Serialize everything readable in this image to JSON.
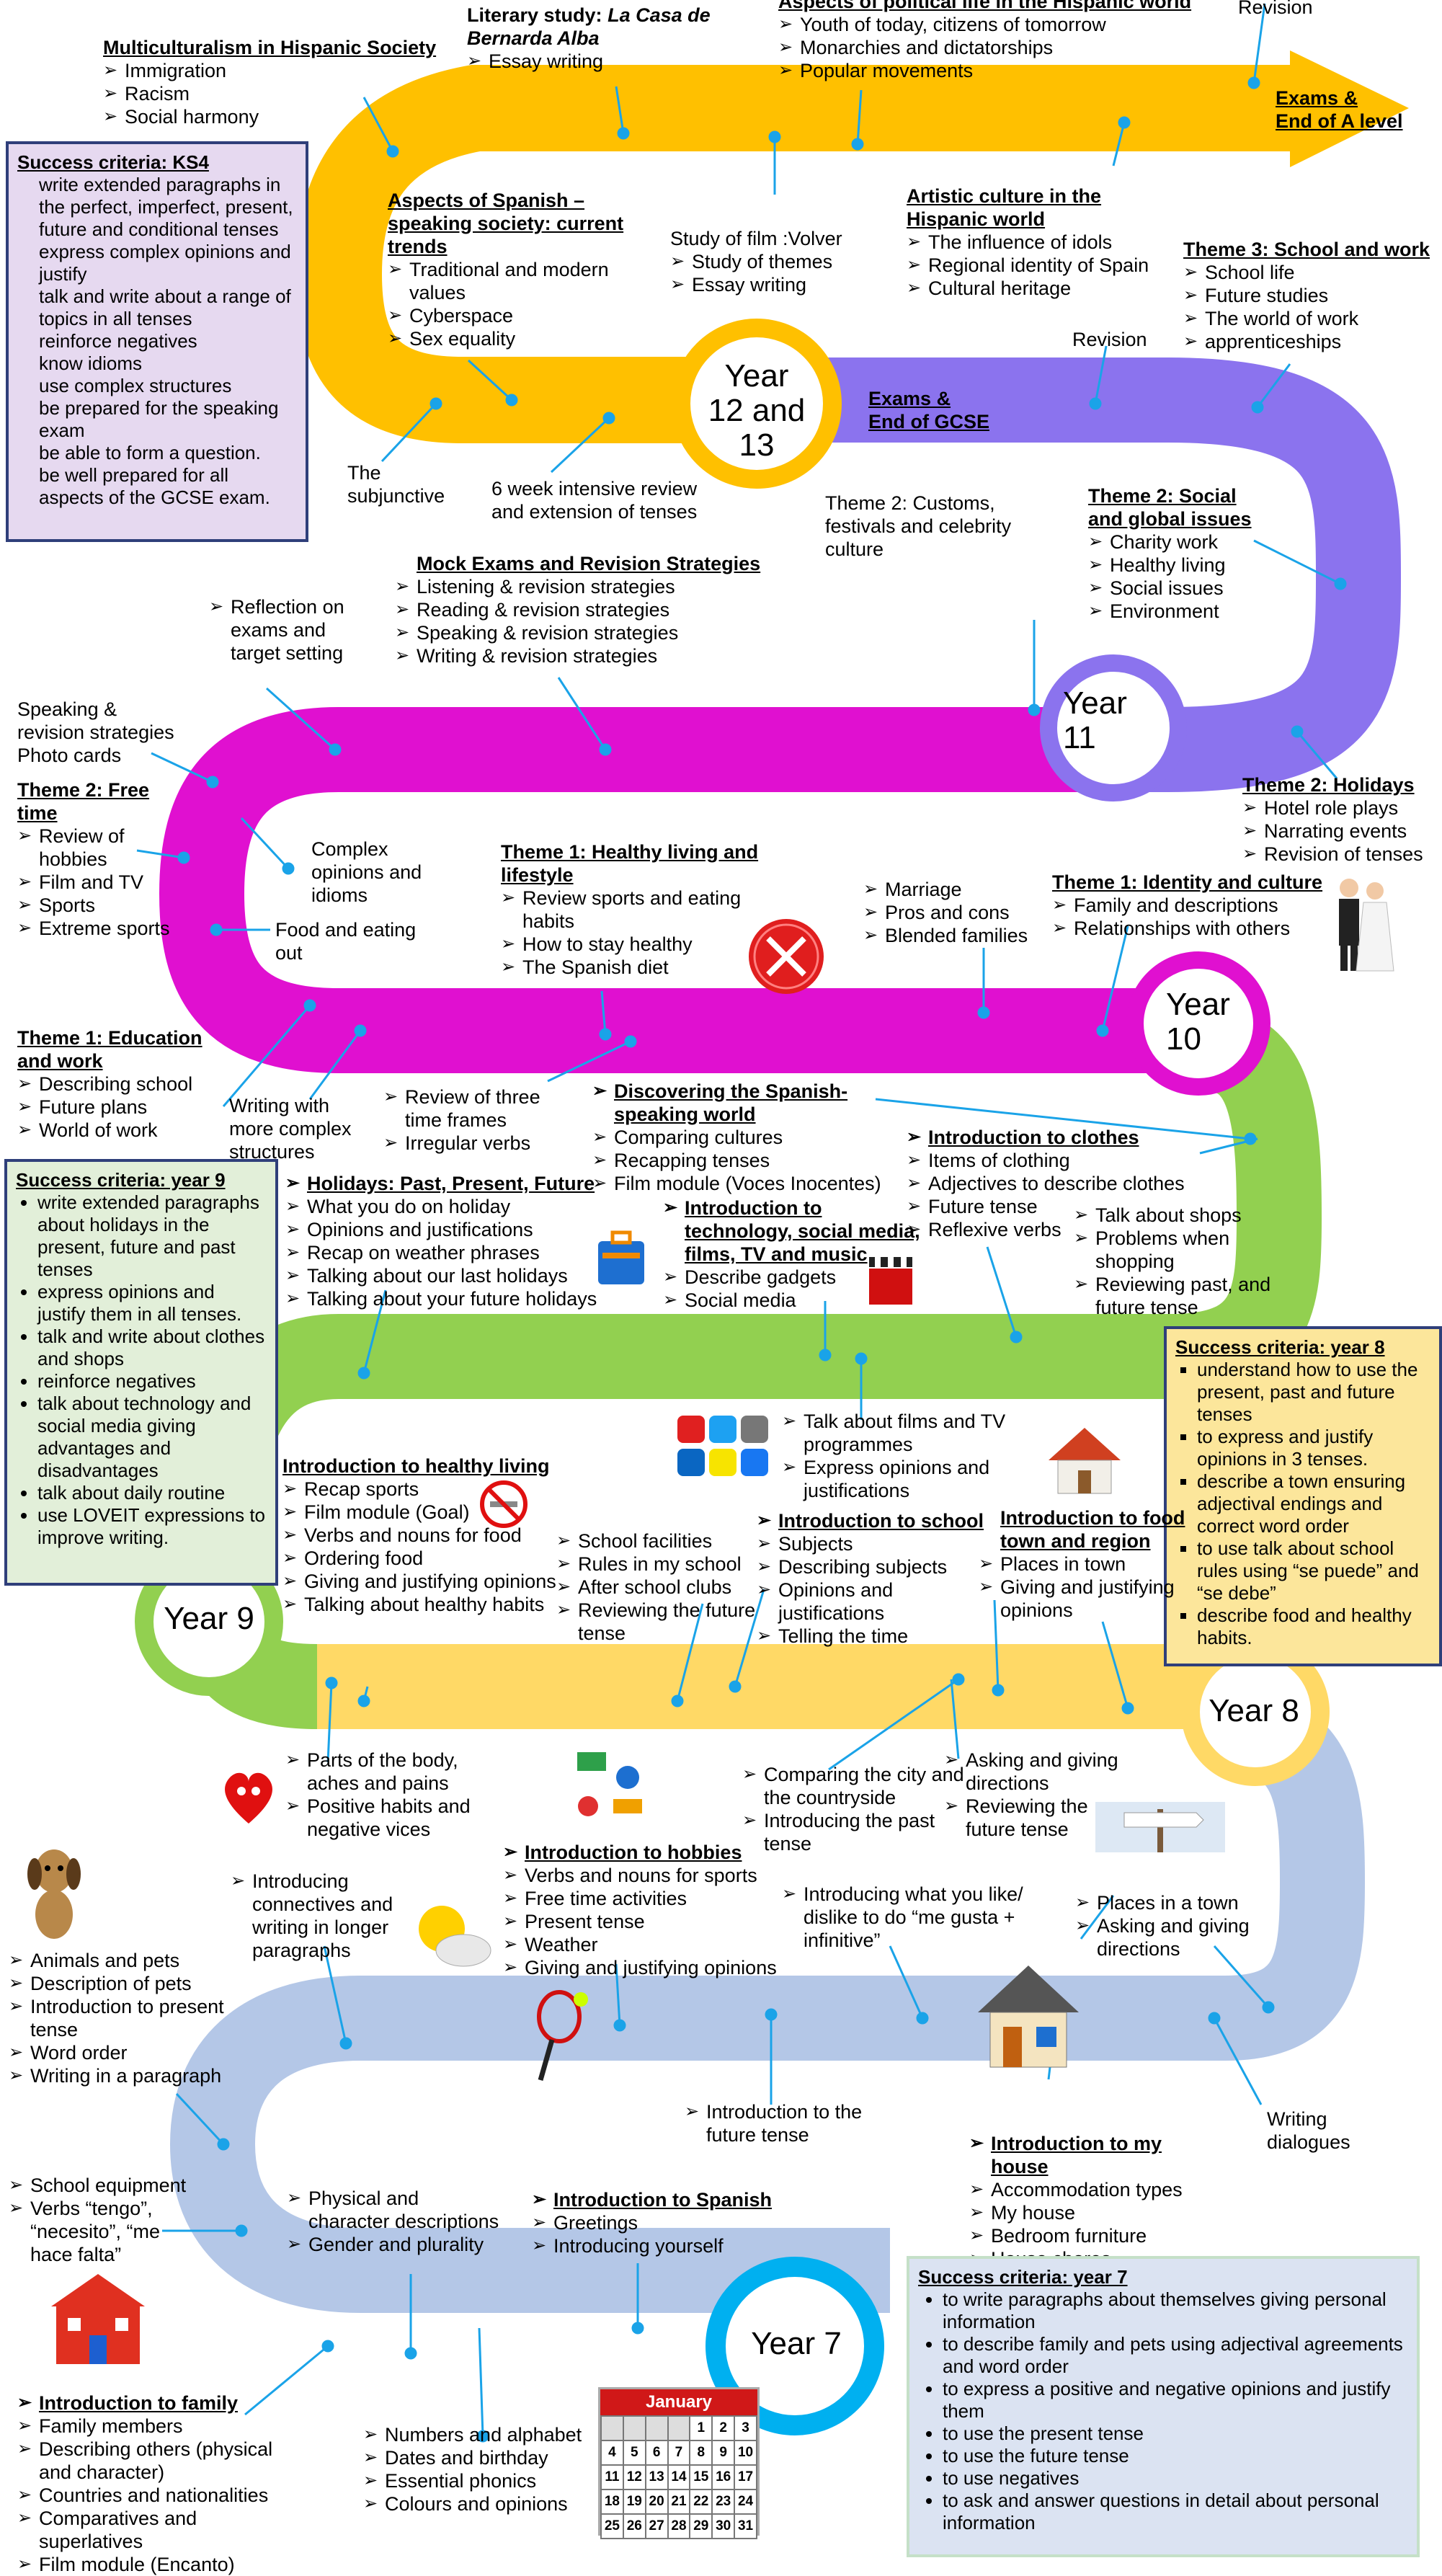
{
  "years": {
    "y7": "Year 7",
    "y8": "Year 8",
    "y9": "Year 9",
    "y10a": "Year",
    "y10b": "10",
    "y11a": "Year",
    "y11b": "11",
    "y12a": "Year",
    "y12b": "12 and",
    "y12c": "13"
  },
  "colors": {
    "ks5": "#FFC000",
    "gcse": "#8B73EE",
    "y10": "#E010D0",
    "y9": "#92D050",
    "y8": "#FFD966",
    "y7": "#B4C7E7",
    "connector": "#1AA3E8",
    "y7circle": "#00B0F0"
  },
  "ks5": {
    "lit_title": "Literary study:",
    "lit_title_italic": "La Casa de Bernarda Alba",
    "lit_items": [
      "Essay writing"
    ],
    "political_title": "Aspects of political life in the Hispanic world",
    "political_items": [
      "Youth of today, citizens of tomorrow",
      "Monarchies and dictatorships",
      "Popular movements"
    ],
    "revision": "Revision",
    "exams_1": "Exams &",
    "exams_2": "End of A level",
    "multi_title": "Multiculturalism in Hispanic Society",
    "multi_items": [
      "Immigration",
      "Racism",
      "Social harmony"
    ],
    "aspects_title": "Aspects of Spanish – speaking society: current trends",
    "aspects_items": [
      "Traditional and modern values",
      "Cyberspace",
      "Sex equality"
    ],
    "film_title": "Study of film :Volver",
    "film_items": [
      "Study of themes",
      "Essay writing"
    ],
    "artistic_title": "Artistic culture in the Hispanic world",
    "artistic_items": [
      "The influence of idols",
      "Regional identity of Spain",
      "Cultural heritage"
    ],
    "subjunctive": "The subjunctive",
    "intensive": "6 week intensive review and extension of tenses"
  },
  "ks4_box": {
    "title": "Success criteria: KS4",
    "items": [
      "write extended paragraphs in the perfect, imperfect, present, future and conditional tenses",
      "express complex opinions and justify",
      "talk and write about a range of topics in all tenses",
      "reinforce negatives",
      "know idioms",
      "use complex structures",
      "be prepared for the speaking exam",
      "be able to form a question.",
      "be well prepared for all aspects of the GCSE exam."
    ]
  },
  "gcse": {
    "school_title": "Theme 3: School and work",
    "school_items": [
      "School life",
      "Future studies",
      "The world of work",
      "apprenticeships"
    ],
    "revision": "Revision",
    "exams_1": "Exams &",
    "exams_2": "End of GCSE",
    "customs_title": "Theme 2: Customs, festivals and celebrity culture",
    "social_title": "Theme 2: Social and global issues",
    "social_items": [
      "Charity work",
      "Healthy living",
      "Social issues",
      "Environment"
    ],
    "holidays_title": "Theme 2: Holidays",
    "holidays_items": [
      "Hotel role plays",
      "Narrating events",
      "Revision of tenses"
    ]
  },
  "y10": {
    "mock_title": "Mock Exams and Revision Strategies",
    "mock_items": [
      "Listening & revision strategies",
      "Reading & revision strategies",
      "Speaking & revision strategies",
      "Writing & revision strategies"
    ],
    "reflection": "Reflection on exams and target setting",
    "speaking": "Speaking & revision strategies Photo cards",
    "free_title": "Theme 2: Free time",
    "free_items": [
      "Review of hobbies",
      "Film and TV",
      "Sports",
      "Extreme sports"
    ],
    "complex": "Complex opinions and idioms",
    "food": "Food and eating out",
    "healthy_title": "Theme 1: Healthy living and lifestyle",
    "healthy_items": [
      "Review sports and eating habits",
      "How to stay healthy",
      "The Spanish diet"
    ],
    "marriage_items": [
      "Marriage",
      "Pros and cons",
      "Blended families"
    ],
    "identity_title": "Theme 1: Identity and culture",
    "identity_items": [
      "Family and descriptions",
      "Relationships with others"
    ],
    "education_title": "Theme 1: Education and work",
    "education_items": [
      "Describing school",
      "Future plans",
      "World of work"
    ],
    "writing": "Writing with more complex structures"
  },
  "y9": {
    "review_items": [
      "Review of three time frames",
      "Irregular verbs"
    ],
    "discover_title": "Discovering the Spanish-speaking world",
    "discover_items": [
      "Comparing cultures",
      "Recapping tenses",
      "Film module (Voces Inocentes)"
    ],
    "clothes_title": "Introduction to clothes",
    "clothes_items": [
      "Items of clothing",
      "Adjectives to describe clothes",
      "Future tense",
      "Reflexive verbs"
    ],
    "shops_items": [
      "Talk about shops",
      "Problems when shopping",
      "Reviewing past, and future tense"
    ],
    "holidays_title": "Holidays: Past, Present, Future",
    "holidays_items": [
      "What you do on holiday",
      "Opinions and justifications",
      "Recap on weather phrases",
      "Talking about our last holidays",
      "Talking about your future holidays"
    ],
    "tech_title": "Introduction to technology, social media, films, TV and music",
    "tech_items": [
      "Describe gadgets",
      "Social media"
    ],
    "films_items": [
      "Talk about films and TV programmes",
      "Express opinions and justifications"
    ],
    "healthy_title": "Introduction to healthy living",
    "healthy_items": [
      "Recap sports",
      "Film module (Goal)",
      "Verbs and nouns for food",
      "Ordering food",
      "Giving and justifying opinions",
      "Talking about healthy habits"
    ]
  },
  "y9_box": {
    "title": "Success criteria: year 9",
    "items": [
      "write extended paragraphs about holidays in the present, future and past tenses",
      "express opinions and justify them in all tenses.",
      "talk and write about clothes and shops",
      "reinforce negatives",
      "talk about technology and social media giving advantages and disadvantages",
      "talk about daily routine",
      "use LOVEIT expressions to improve writing."
    ]
  },
  "y8_box": {
    "title": "Success criteria: year 8",
    "items": [
      "understand how to use the present, past and future tenses",
      "to express and justify opinions in 3 tenses.",
      "describe a town ensuring adjectival endings and correct word order",
      "to use talk about school rules using “se puede” and “se debe”",
      "describe food and healthy habits."
    ]
  },
  "y8": {
    "facilities_items": [
      "School facilities",
      "Rules in my school",
      "After school clubs",
      "Reviewing the future tense"
    ],
    "school_title": "Introduction to school",
    "school_items": [
      "Subjects",
      "Describing subjects",
      "Opinions and justifications",
      "Telling the time"
    ],
    "food_title": "Introduction to food town and region",
    "food_items": [
      "Places in town",
      "Giving and justifying opinions"
    ],
    "body_items": [
      "Parts of the body, aches and pains",
      "Positive habits and negative vices"
    ],
    "compare_items": [
      "Comparing the city and the countryside",
      "Introducing the past tense"
    ],
    "directions_items": [
      "Asking and giving directions",
      "Reviewing the future tense"
    ]
  },
  "y7": {
    "connectives": "Introducing connectives and writing in longer paragraphs",
    "hobbies_title": "Introduction to hobbies",
    "hobbies_items": [
      "Verbs and nouns for sports",
      "Free time activities",
      "Present tense",
      "Weather",
      "Giving and justifying opinions"
    ],
    "likes": "Introducing what you like/ dislike to do “me gusta + infinitive”",
    "town_items": [
      "Places in a town",
      "Asking and giving directions"
    ],
    "pets_items": [
      "Animals and pets",
      "Description of pets",
      "Introduction to present tense",
      "Word order",
      "Writing in a paragraph"
    ],
    "future": "Introduction to the future tense",
    "house_title": "Introduction to my house",
    "house_items": [
      "Accommodation types",
      "My house",
      "Bedroom furniture",
      "House chores"
    ],
    "dialogues": "Writing dialogues",
    "equipment_items": [
      "School equipment",
      "Verbs “tengo”, “necesito”, “me hace falta”"
    ],
    "physical_items": [
      "Physical and character descriptions",
      "Gender and plurality"
    ],
    "spanish_title": "Introduction to Spanish",
    "spanish_items": [
      "Greetings",
      "Introducing yourself"
    ],
    "family_title": "Introduction to family",
    "family_items": [
      "Family members",
      "Describing others (physical and character)",
      "Countries and nationalities",
      "Comparatives and superlatives",
      "Film module (Encanto)"
    ],
    "numbers_items": [
      "Numbers and alphabet",
      "Dates and birthday",
      "Essential phonics",
      "Colours and opinions"
    ]
  },
  "y7_box": {
    "title": "Success criteria: year 7",
    "items": [
      "to write paragraphs about themselves giving personal information",
      "to describe family and pets using adjectival agreements and word order",
      "to express a positive and negative opinions and justify them",
      "to use the present tense",
      "to use the future tense",
      "to use negatives",
      "to ask and answer questions in detail about personal information"
    ]
  },
  "calendar": {
    "month": "January",
    "rows": [
      [
        "",
        "",
        "",
        "",
        "1",
        "2",
        "3"
      ],
      [
        "4",
        "5",
        "6",
        "7",
        "8",
        "9",
        "10"
      ],
      [
        "11",
        "12",
        "13",
        "14",
        "15",
        "16",
        "17"
      ],
      [
        "18",
        "19",
        "20",
        "21",
        "22",
        "23",
        "24"
      ],
      [
        "25",
        "26",
        "27",
        "28",
        "29",
        "30",
        "31"
      ]
    ]
  },
  "icons": [
    "cutlery-icon",
    "suitcase-icon",
    "clapperboard-icon",
    "social-media-icon",
    "house-icon",
    "no-smoking-icon",
    "heart-icon",
    "school-supplies-icon",
    "signpost-icon",
    "dog-icon",
    "sun-cloud-icon",
    "tennis-racket-icon",
    "home-icon",
    "school-building-icon",
    "calendar-icon",
    "wedding-couple-icon"
  ]
}
